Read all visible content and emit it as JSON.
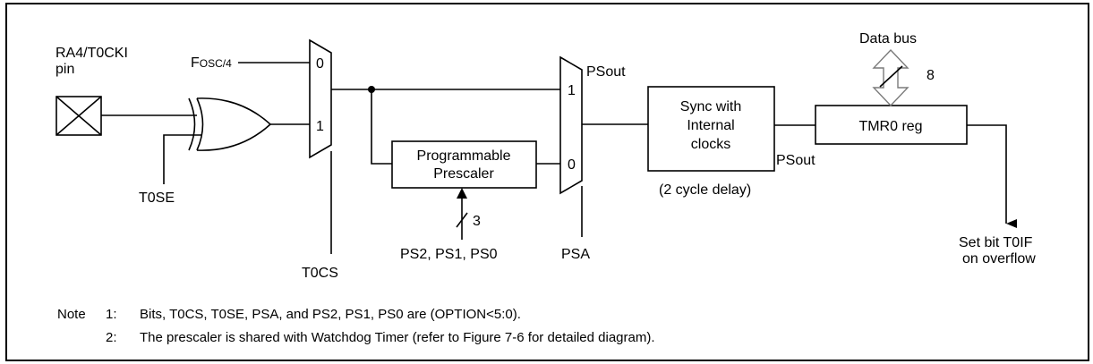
{
  "diagram": {
    "pin_label_line1": "RA4/T0CKI",
    "pin_label_line2": "pin",
    "fosc_F": "F",
    "fosc_rest": "OSC/4",
    "mux1_in0": "0",
    "mux1_in1": "1",
    "t0se": "T0SE",
    "t0cs": "T0CS",
    "prescaler_line1": "Programmable",
    "prescaler_line2": "Prescaler",
    "ps_bus_width": "3",
    "ps_bits": "PS2, PS1, PS0",
    "mux2_in1": "1",
    "mux2_in0": "0",
    "psout_top": "PSout",
    "psa": "PSA",
    "sync_line1": "Sync with",
    "sync_line2": "Internal",
    "sync_line3": "clocks",
    "sync_delay": "(2 cycle delay)",
    "psout_bottom": "PSout",
    "tmr0": "TMR0 reg",
    "data_bus": "Data bus",
    "data_bus_width": "8",
    "overflow_line1": "Set bit T0IF",
    "overflow_line2": "on overflow"
  },
  "notes": {
    "note1_prefix": "Note",
    "note1_num": "1:",
    "note1_text": "Bits, T0CS, T0SE, PSA, and PS2, PS1, PS0 are (OPTION<5:0).",
    "note2_num": "2:",
    "note2_text": "The prescaler is shared with Watchdog Timer (refer to Figure 7-6 for detailed diagram)."
  }
}
